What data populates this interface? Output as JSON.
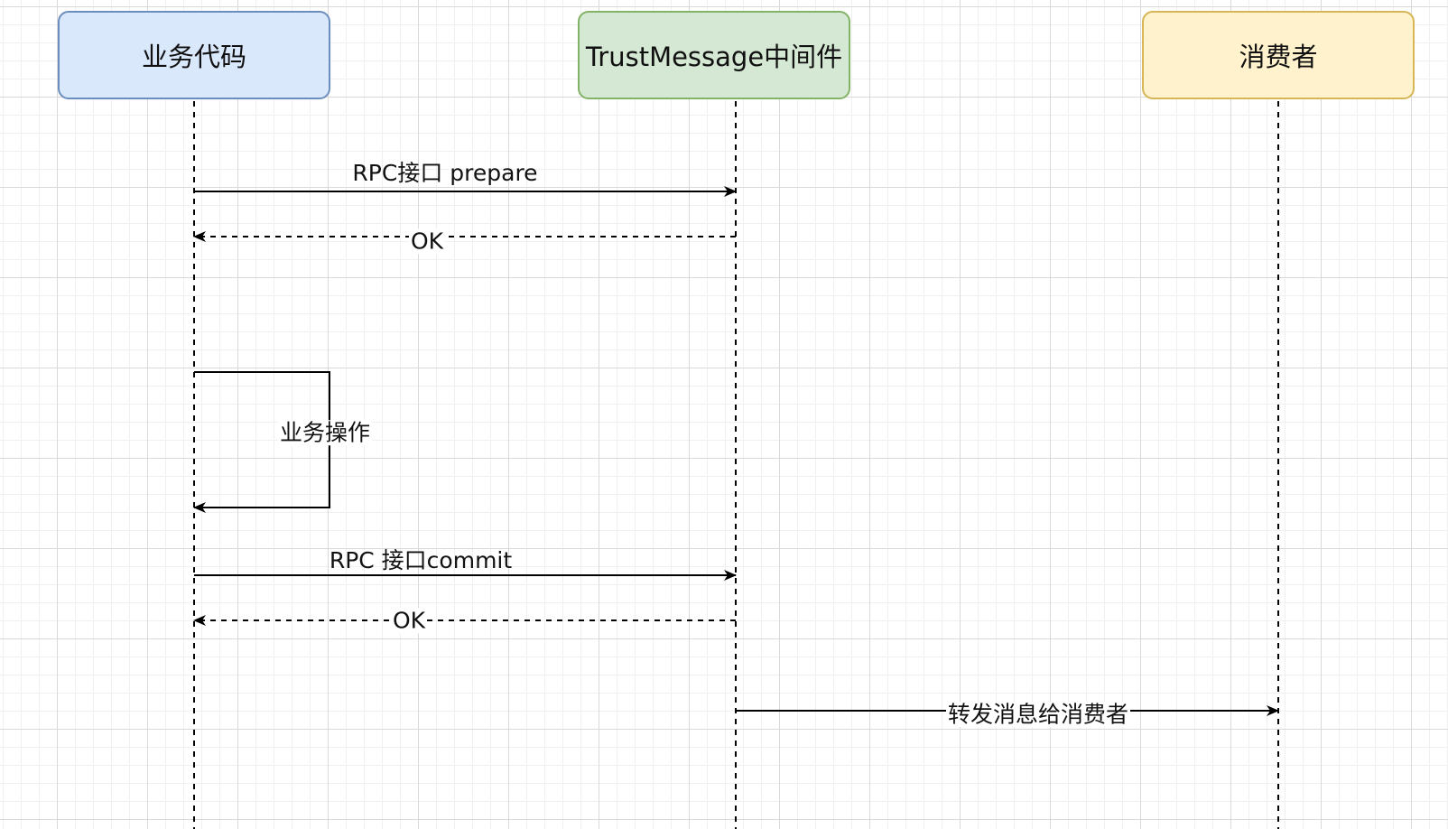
{
  "actors": {
    "business": "业务代码",
    "middleware": "TrustMessage中间件",
    "consumer": "消费者"
  },
  "messages": {
    "prepare": "RPC接口 prepare",
    "prepare_ok": "OK",
    "business_op": "业务操作",
    "commit": "RPC 接口commit",
    "commit_ok": "OK",
    "forward": "转发消息给消费者"
  },
  "colors": {
    "business_fill": "#dae8fc",
    "business_border": "#6c8ebf",
    "middleware_fill": "#d5e8d4",
    "middleware_border": "#82b366",
    "consumer_fill": "#fff2cc",
    "consumer_border": "#d6b656",
    "line": "#000000"
  }
}
